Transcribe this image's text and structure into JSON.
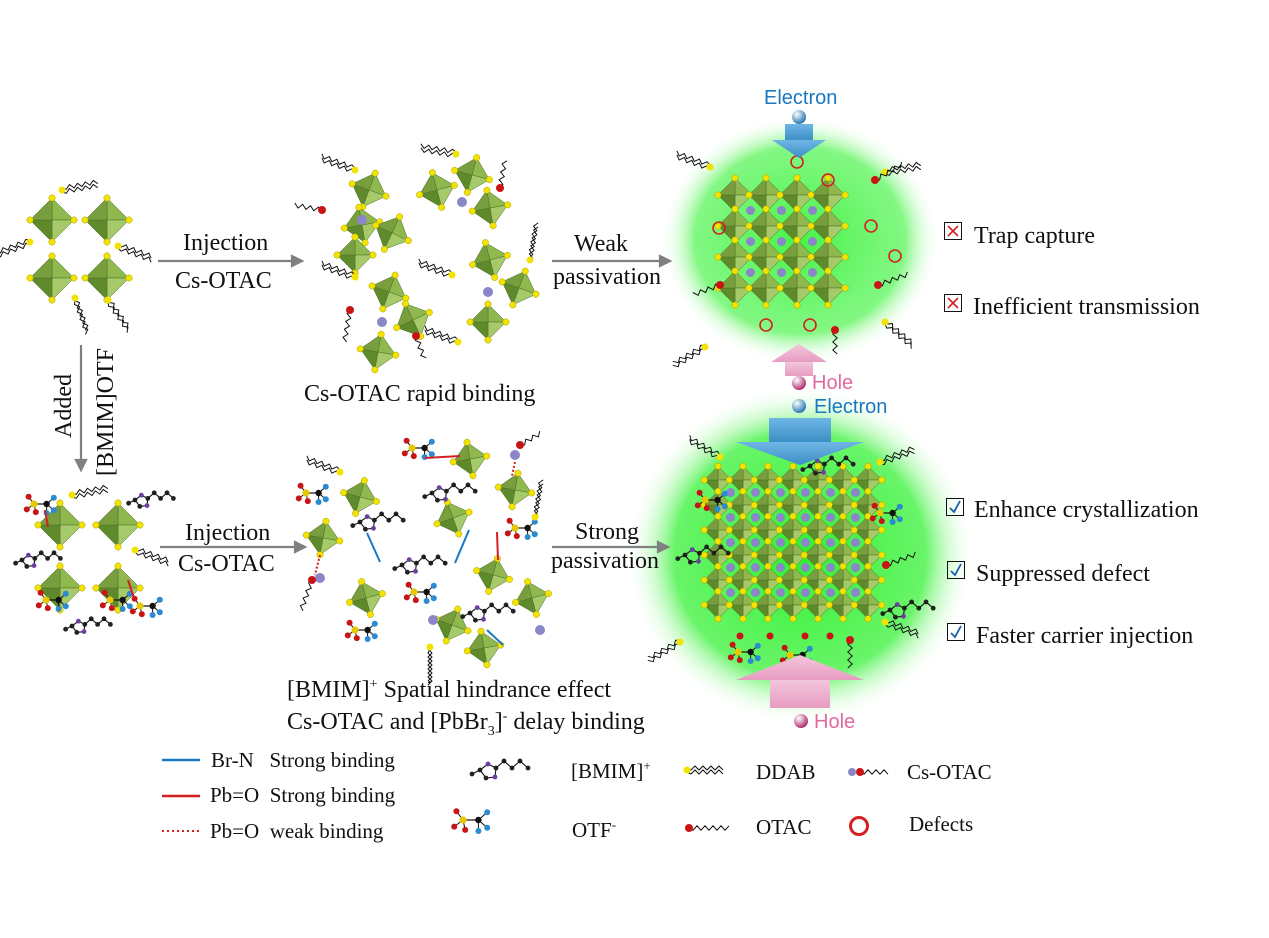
{
  "labels": {
    "injection_top": "Injection",
    "csotac_top": "Cs-OTAC",
    "weak": "Weak",
    "weak_passivation": "passivation",
    "rapid_binding": "Cs-OTAC rapid binding",
    "added": "Added",
    "bmim_otf": "[BMIM]OTF",
    "injection_bottom": "Injection",
    "csotac_bottom": "Cs-OTAC",
    "strong": "Strong",
    "strong_passivation": "passivation",
    "spatial_1": "[BMIM]",
    "spatial_1_sup": "+",
    "spatial_1_rest": " Spatial hindrance effect",
    "spatial_2a": "Cs-OTAC and [PbBr",
    "spatial_2_sub": "3",
    "spatial_2b": "]",
    "spatial_2_sup": "-",
    "spatial_2c": " delay binding",
    "electron_top": "Electron",
    "hole_top": "Hole",
    "electron_bottom": "Electron",
    "hole_bottom": "Hole"
  },
  "outcomes_bad": [
    "Trap capture",
    "Inefficient transmission"
  ],
  "outcomes_good": [
    "Enhance crystallization",
    "Suppressed defect",
    "Faster carrier injection"
  ],
  "legend": {
    "brn": "Br-N",
    "brn_desc": "Strong binding",
    "pbo_strong": "Pb=O",
    "pbo_strong_desc": "Strong binding",
    "pbo_weak": "Pb=O",
    "pbo_weak_desc": "weak  binding",
    "bmim": "[BMIM]",
    "bmim_sup": "+",
    "otf": "OTF",
    "otf_sup": "-",
    "ddab": "DDAB",
    "otac": "OTAC",
    "csotac": "Cs-OTAC",
    "defects": "Defects"
  },
  "colors": {
    "octahedron": "#8fb84e",
    "octahedron_dark": "#5e8a2c",
    "vertex": "#f2e400",
    "cs_atom": "#8a86c8",
    "glow": "#3df23d",
    "electron_arrow": "#5aa8d8",
    "hole_arrow": "#e8a8c8",
    "br_n_line": "#1a78c2",
    "pb_o_line": "#d42020",
    "defect": "#d42020"
  }
}
